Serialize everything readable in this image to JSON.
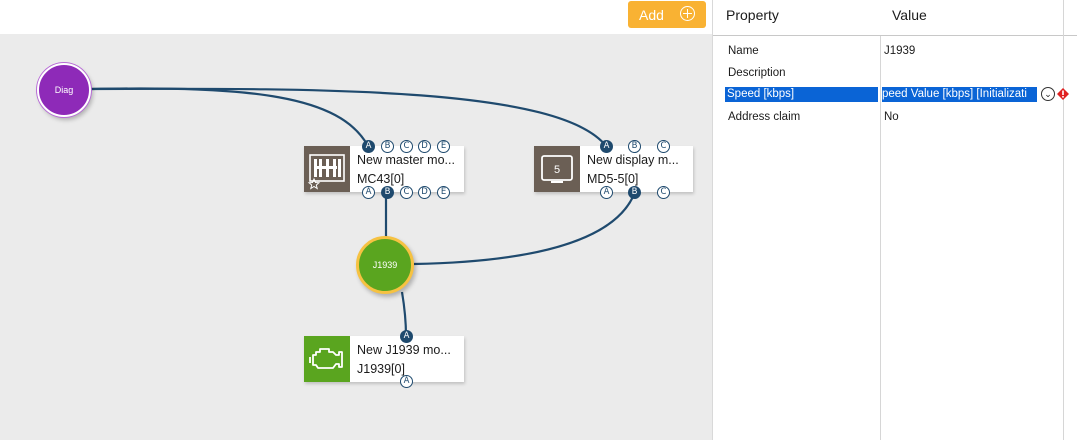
{
  "toolbar": {
    "add_label": "Add",
    "add_icon": "plus-circle-icon"
  },
  "canvas": {
    "diag_node": {
      "label": "Diag",
      "color": "#8e2ab8"
    },
    "bus_node": {
      "label": "J1939",
      "color": "#5aa51f",
      "ring_color": "#f6c242"
    },
    "modules": [
      {
        "title": "New master mo...",
        "subtitle": "MC43[0]",
        "icon": "master-controller-icon",
        "icon_bg": "#6b5f55",
        "top_ports": [
          "A",
          "B",
          "C",
          "D",
          "E"
        ],
        "bottom_ports": [
          "A",
          "B",
          "C",
          "D",
          "E"
        ]
      },
      {
        "title": "New display m...",
        "subtitle": "MD5-5[0]",
        "icon": "display-icon",
        "icon_label": "5",
        "icon_bg": "#6b5f55",
        "top_ports": [
          "A",
          "B",
          "C"
        ],
        "bottom_ports": [
          "A",
          "B",
          "C"
        ]
      },
      {
        "title": "New J1939 mo...",
        "subtitle": "J1939[0]",
        "icon": "engine-icon",
        "icon_bg": "#5aa51f",
        "top_ports": [
          "A"
        ],
        "bottom_ports": [
          "A"
        ]
      }
    ],
    "wire_color": "#1f4a6e",
    "canvas_bg": "#ebebeb"
  },
  "panel": {
    "headers": {
      "property": "Property",
      "value": "Value"
    },
    "rows": [
      {
        "name": "Name",
        "value": "J1939"
      },
      {
        "name": "Description",
        "value": ""
      },
      {
        "name": "Speed [kbps]",
        "value": "peed Value [kbps] [Initializati",
        "selected": true,
        "dropdown_icon": "chevron-down-icon",
        "error_icon": "error-icon"
      },
      {
        "name": "Address claim",
        "value": "No"
      }
    ],
    "selection_color": "#0a64d6"
  }
}
